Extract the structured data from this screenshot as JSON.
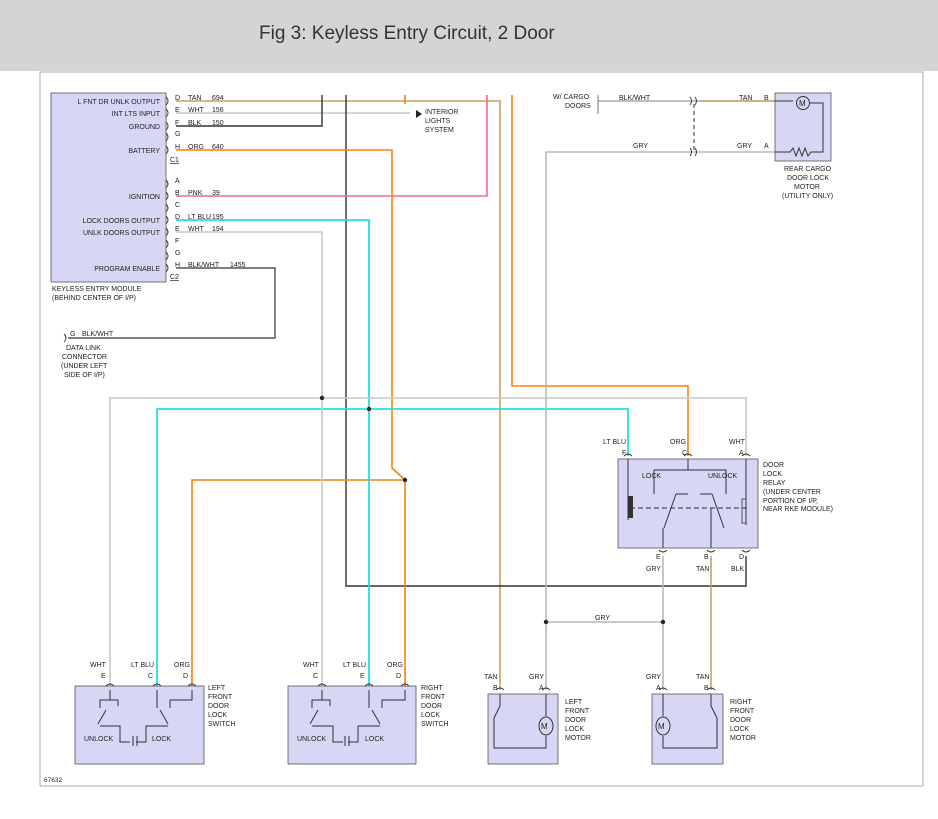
{
  "header": {
    "title": "Fig 3: Keyless Entry Circuit, 2 Door"
  },
  "colors": {
    "tan": "#c8a060",
    "orange": "#f5820f",
    "pink": "#f06a9a",
    "lt_blu": "#1fe0ea",
    "white_wire": "#c8c8c8",
    "gray_wire": "#b8b8b8",
    "black_wire": "#333333",
    "component_fill": "#d8d6f5",
    "page_bg": "#ffffff"
  },
  "module": {
    "rows": [
      {
        "label": "L FNT DR UNLK OUTPUT",
        "pin": "D",
        "color": "TAN",
        "circuit": "694"
      },
      {
        "label": "INT LTS INPUT",
        "pin": "E",
        "color": "WHT",
        "circuit": "156"
      },
      {
        "label": "GROUND",
        "pin": "F",
        "color": "BLK",
        "circuit": "150"
      },
      {
        "label": "",
        "pin": "G",
        "color": "",
        "circuit": ""
      },
      {
        "label": "BATTERY",
        "pin": "H",
        "color": "ORG",
        "circuit": "640"
      },
      {
        "label": "",
        "pin": "A",
        "color": "",
        "circuit": ""
      },
      {
        "label": "IGNITION",
        "pin": "B",
        "color": "PNK",
        "circuit": "39"
      },
      {
        "label": "",
        "pin": "C",
        "color": "",
        "circuit": ""
      },
      {
        "label": "LOCK DOORS OUTPUT",
        "pin": "D",
        "color": "LT BLU",
        "circuit": "195"
      },
      {
        "label": "UNLK DOORS OUTPUT",
        "pin": "E",
        "color": "WHT",
        "circuit": "194"
      },
      {
        "label": "",
        "pin": "F",
        "color": "",
        "circuit": ""
      },
      {
        "label": "",
        "pin": "G",
        "color": "",
        "circuit": ""
      },
      {
        "label": "PROGRAM ENABLE",
        "pin": "H",
        "color": "BLK/WHT",
        "circuit": "1455"
      }
    ],
    "connector_c1": "C1",
    "connector_c2": "C2",
    "caption_line1": "KEYLESS ENTRY MODULE",
    "caption_line2": "(BEHIND CENTER OF I/P)"
  },
  "interior_lights": {
    "line1": "INTERIOR",
    "line2": "LIGHTS",
    "line3": "SYSTEM"
  },
  "data_link": {
    "pin": "G",
    "color": "BLK/WHT",
    "line1": "DATA LINK",
    "line2": "CONNECTOR",
    "line3": "(UNDER LEFT",
    "line4": "SIDE OF I/P)"
  },
  "cargo": {
    "doors_line1": "W/ CARGO",
    "doors_line2": "DOORS",
    "blk_wht": "BLK/WHT",
    "tan": "TAN",
    "gry_left": "GRY",
    "gry_right": "GRY",
    "pin_b": "B",
    "pin_a": "A",
    "motor_symbol": "M",
    "caption_line1": "REAR CARGO",
    "caption_line2": "DOOR LOCK",
    "caption_line3": "MOTOR",
    "caption_line4": "(UTILITY ONLY)"
  },
  "relay": {
    "lt_blu": "LT BLU",
    "org": "ORG",
    "wht": "WHT",
    "pin_f": "F",
    "pin_c": "C",
    "pin_a": "A",
    "lock": "LOCK",
    "unlock": "UNLOCK",
    "pin_e": "E",
    "pin_b": "B",
    "pin_d": "D",
    "gry": "GRY",
    "tan": "TAN",
    "blk": "BLK",
    "caption_line1": "DOOR",
    "caption_line2": "LOCK",
    "caption_line3": "RELAY",
    "caption_line4": "(UNDER CENTER",
    "caption_line5": "PORTION OF I/P,",
    "caption_line6": "NEAR RKE MODULE)"
  },
  "gry_splice": "GRY",
  "left_switch": {
    "wht": "WHT",
    "lt_blu": "LT BLU",
    "org": "ORG",
    "pin_e": "E",
    "pin_c": "C",
    "pin_d": "D",
    "unlock": "UNLOCK",
    "lock": "LOCK",
    "caption_line1": "LEFT",
    "caption_line2": "FRONT",
    "caption_line3": "DOOR",
    "caption_line4": "LOCK",
    "caption_line5": "SWITCH"
  },
  "right_switch": {
    "wht": "WHT",
    "lt_blu": "LT BLU",
    "org": "ORG",
    "pin_c": "C",
    "pin_e": "E",
    "pin_d": "D",
    "unlock": "UNLOCK",
    "lock": "LOCK",
    "caption_line1": "RIGHT",
    "caption_line2": "FRONT",
    "caption_line3": "DOOR",
    "caption_line4": "LOCK",
    "caption_line5": "SWITCH"
  },
  "left_motor": {
    "tan": "TAN",
    "gry": "GRY",
    "pin_b": "B",
    "pin_a": "A",
    "motor_symbol": "M",
    "caption_line1": "LEFT",
    "caption_line2": "FRONT",
    "caption_line3": "DOOR",
    "caption_line4": "LOCK",
    "caption_line5": "MOTOR"
  },
  "right_motor": {
    "gry": "GRY",
    "tan": "TAN",
    "pin_a": "A",
    "pin_b": "B",
    "motor_symbol": "M",
    "caption_line1": "RIGHT",
    "caption_line2": "FRONT",
    "caption_line3": "DOOR",
    "caption_line4": "LOCK",
    "caption_line5": "MOTOR"
  },
  "figure_number": "67632"
}
